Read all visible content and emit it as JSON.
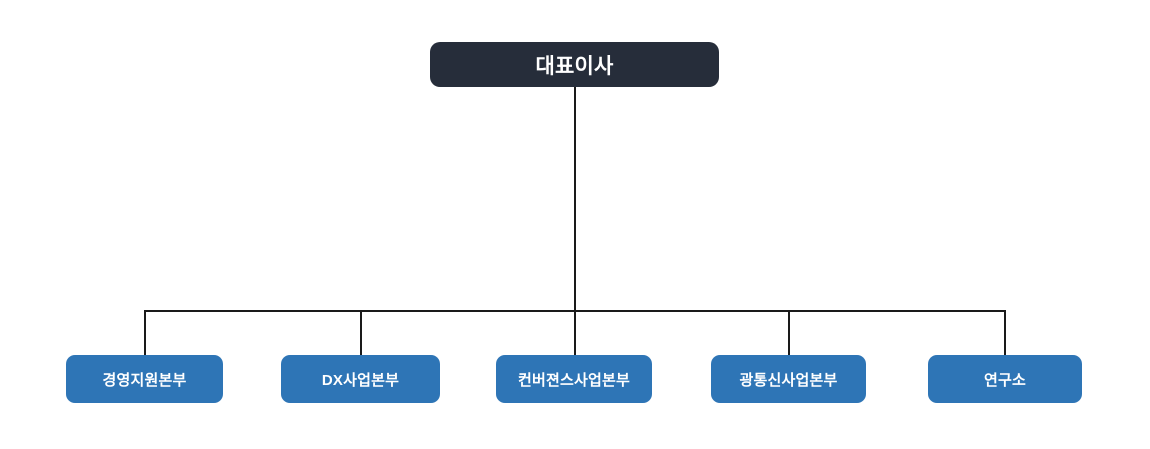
{
  "chart_data": {
    "type": "diagram",
    "diagram_type": "organization-chart",
    "title": "",
    "orientation": "top-down",
    "levels": 2,
    "colors": {
      "root_box": "#262D3A",
      "child_box": "#2E75B6",
      "box_text": "#FFFFFF",
      "connector_line": "#1A1A1A",
      "background": "#FFFFFF"
    },
    "nodes": [
      {
        "id": "root",
        "label": "대표이사",
        "level": 0,
        "parent": null
      },
      {
        "id": "child-1",
        "label": "경영지원본부",
        "level": 1,
        "parent": "root"
      },
      {
        "id": "child-2",
        "label": "DX사업본부",
        "level": 1,
        "parent": "root"
      },
      {
        "id": "child-3",
        "label": "컨버젼스사업본부",
        "level": 1,
        "parent": "root"
      },
      {
        "id": "child-4",
        "label": "광통신사업본부",
        "level": 1,
        "parent": "root"
      },
      {
        "id": "child-5",
        "label": "연구소",
        "level": 1,
        "parent": "root"
      }
    ],
    "edges": [
      {
        "from": "root",
        "to": "child-1"
      },
      {
        "from": "root",
        "to": "child-2"
      },
      {
        "from": "root",
        "to": "child-3"
      },
      {
        "from": "root",
        "to": "child-4"
      },
      {
        "from": "root",
        "to": "child-5"
      }
    ]
  },
  "root": {
    "label": "대표이사"
  },
  "children": [
    {
      "label": "경영지원본부"
    },
    {
      "label": "DX사업본부"
    },
    {
      "label": "컨버젼스사업본부"
    },
    {
      "label": "광통신사업본부"
    },
    {
      "label": "연구소"
    }
  ]
}
